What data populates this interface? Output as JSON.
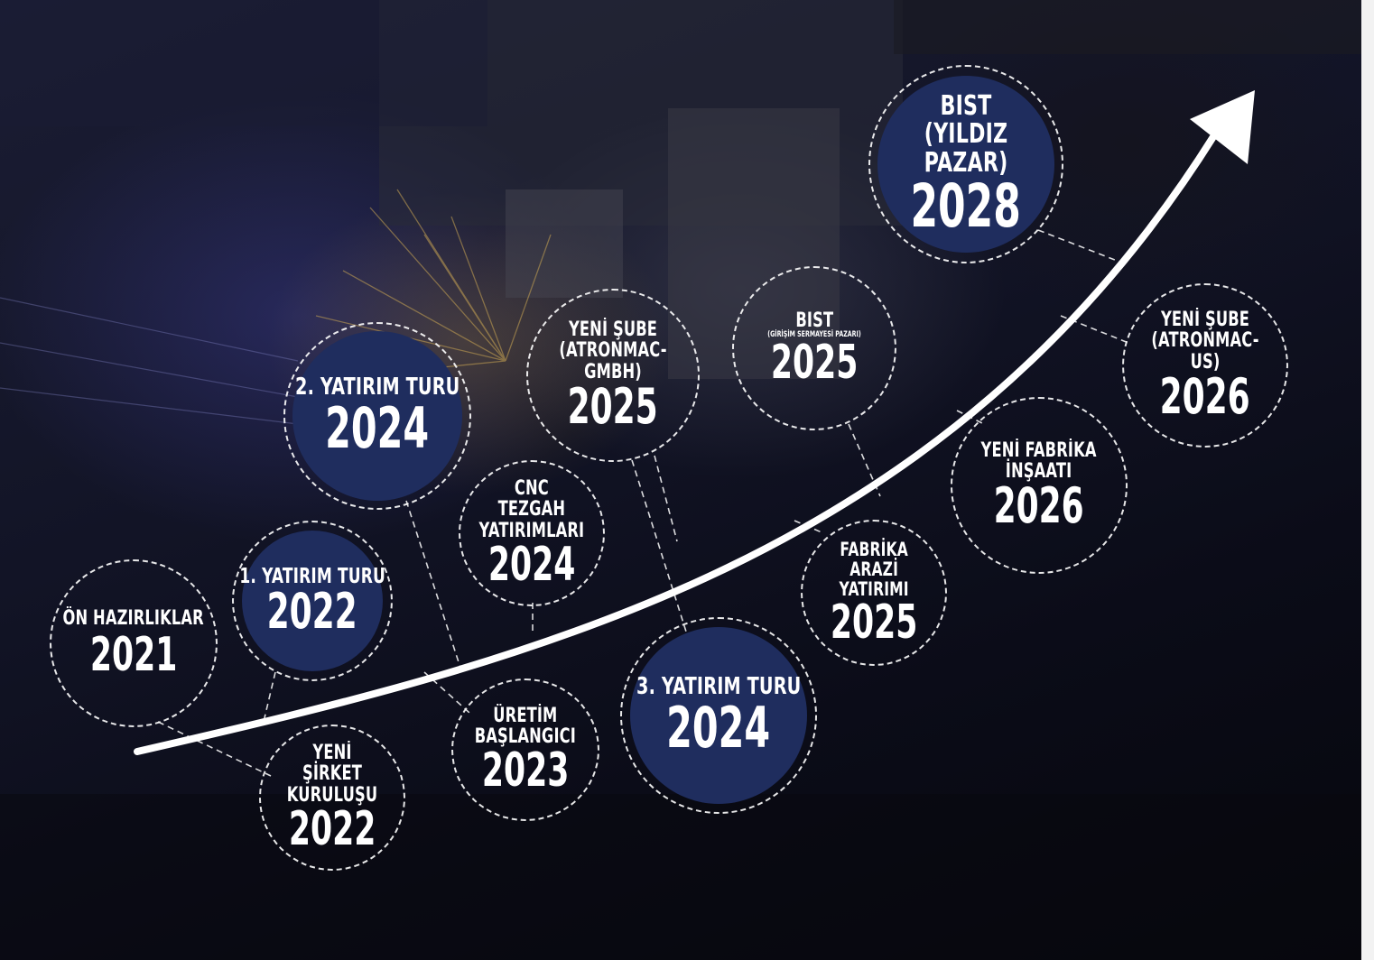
{
  "colors": {
    "background": "#0b0c18",
    "filled_circle": "#1f2d5e",
    "text": "#ffffff",
    "arrow": "#ffffff"
  },
  "milestones": [
    {
      "id": "on-hazirliklar",
      "label": "ÖN HAZIRLIKLAR",
      "year": "2021",
      "filled": false
    },
    {
      "id": "yatirim-1",
      "label": "1. YATIRIM TURU",
      "year": "2022",
      "filled": true
    },
    {
      "id": "yeni-sirket",
      "label": "YENİ ŞİRKET\nKURULUŞU",
      "year": "2022",
      "filled": false
    },
    {
      "id": "yatirim-2",
      "label": "2. YATIRIM TURU",
      "year": "2024",
      "filled": true
    },
    {
      "id": "cnc",
      "label": "CNC TEZGAH\nYATIRIMLARI",
      "year": "2024",
      "filled": false
    },
    {
      "id": "uretim",
      "label": "ÜRETİM\nBAŞLANGICI",
      "year": "2023",
      "filled": false
    },
    {
      "id": "gmbh",
      "label": "YENİ ŞUBE\n(ATRONMAC-GMBH)",
      "year": "2025",
      "filled": false
    },
    {
      "id": "yatirim-3",
      "label": "3. YATIRIM TURU",
      "year": "2024",
      "filled": true
    },
    {
      "id": "bist-girisim",
      "label": "BIST",
      "sublabel": "(GİRİŞİM SERMAYESİ PAZARI)",
      "year": "2025",
      "filled": false
    },
    {
      "id": "fabrika-arazi",
      "label": "FABRİKA\nARAZİ\nYATIRIMI",
      "year": "2025",
      "filled": false
    },
    {
      "id": "bist-yildiz",
      "label": "BIST\n(YILDIZ PAZAR)",
      "year": "2028",
      "filled": true
    },
    {
      "id": "fabrika-insaati",
      "label": "YENİ FABRİKA\nİNŞAATI",
      "year": "2026",
      "filled": false
    },
    {
      "id": "us",
      "label": "YENİ ŞUBE\n(ATRONMAC-US)",
      "year": "2026",
      "filled": false
    }
  ]
}
